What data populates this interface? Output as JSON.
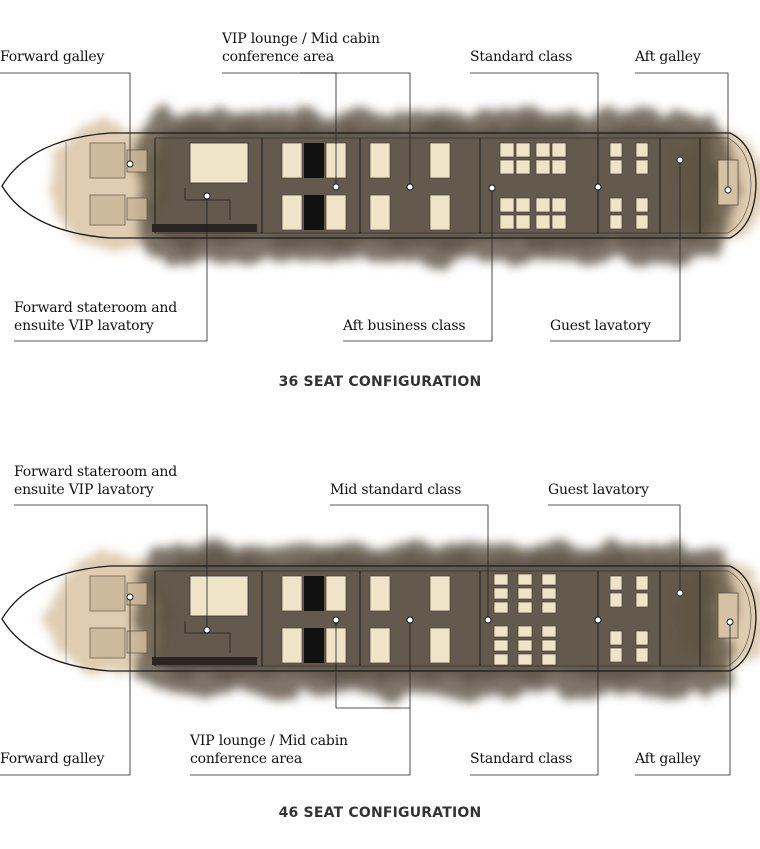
{
  "config_36": {
    "title": "36 SEAT CONFIGURATION",
    "forward_galley": "Forward galley",
    "vip_lounge_l1": "VIP lounge / Mid cabin",
    "vip_lounge_l2": "conference area",
    "standard_class": "Standard class",
    "aft_galley": "Aft galley",
    "stateroom_l1": "Forward stateroom and",
    "stateroom_l2": "ensuite VIP lavatory",
    "aft_business": "Aft business class",
    "guest_lavatory": "Guest lavatory"
  },
  "config_46": {
    "title": "46 SEAT CONFIGURATION",
    "stateroom_l1": "Forward stateroom and",
    "stateroom_l2": "ensuite VIP lavatory",
    "mid_standard": "Mid standard class",
    "guest_lavatory": "Guest lavatory",
    "forward_galley": "Forward galley",
    "vip_lounge_l1": "VIP lounge / Mid cabin",
    "vip_lounge_l2": "conference area",
    "standard_class": "Standard class",
    "aft_galley": "Aft galley"
  },
  "colors": {
    "shadow": "#5f5444",
    "wash": "#d8c4a8",
    "seat": "#efe4cc",
    "divider": "#1a1a1a"
  }
}
